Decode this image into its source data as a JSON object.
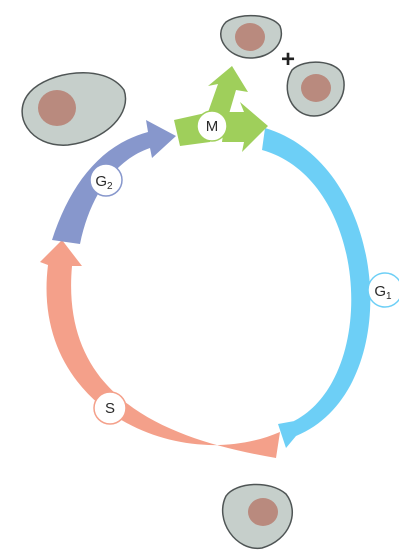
{
  "colors": {
    "g1": "#6dcff6",
    "s": "#f4a08a",
    "g2": "#8797cc",
    "m": "#9fcf5b",
    "cell_fill": "#c6cfcb",
    "cell_stroke": "#4f5555",
    "nucleus": "#b98a7e",
    "label_bg": "#ffffff"
  },
  "phases": {
    "m": {
      "label": "M"
    },
    "g1": {
      "main": "G",
      "sub": "1"
    },
    "s": {
      "label": "S"
    },
    "g2": {
      "main": "G",
      "sub": "2"
    }
  },
  "plus": "+"
}
